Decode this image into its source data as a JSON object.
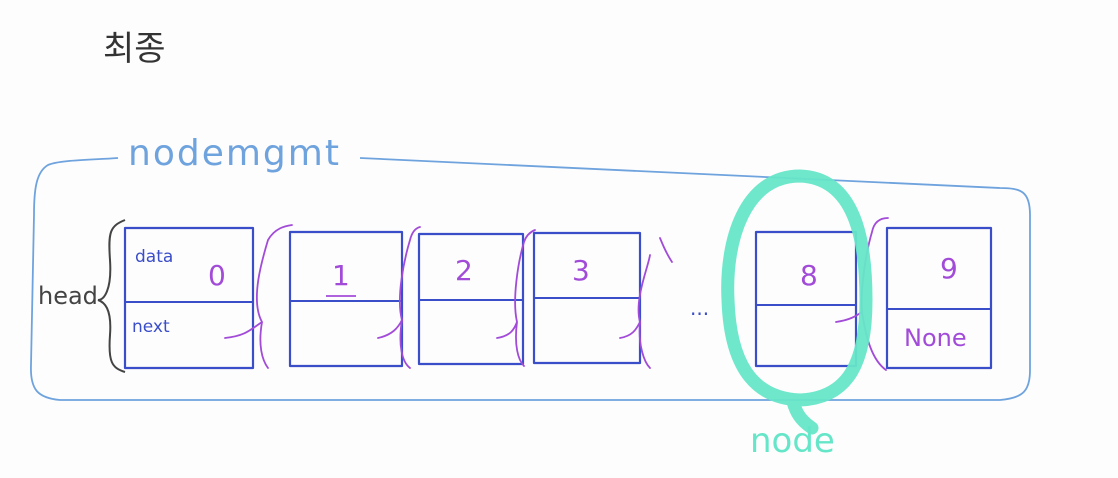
{
  "title": "최종",
  "container_label": "nodemgmt",
  "head_label": "head",
  "field_labels": {
    "data": "data",
    "next": "next"
  },
  "nodes": [
    {
      "value": "0",
      "next": ""
    },
    {
      "value": "1",
      "next": ""
    },
    {
      "value": "2",
      "next": ""
    },
    {
      "value": "3",
      "next": ""
    },
    {
      "value": "8",
      "next": ""
    },
    {
      "value": "9",
      "next": "None"
    }
  ],
  "ellipsis": "...",
  "highlight_label": "node",
  "colors": {
    "title": "#333333",
    "container": "#6fa3de",
    "box": "#3b4ec9",
    "value": "#a24bd8",
    "pointer": "#a24bd8",
    "highlight": "#66e6c8",
    "head": "#444444"
  }
}
